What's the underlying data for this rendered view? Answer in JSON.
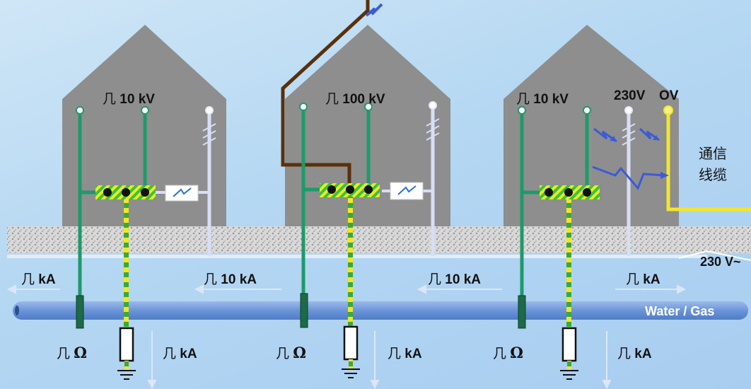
{
  "buildings": [
    {
      "voltage_prefix": "几",
      "voltage": "10 kV",
      "resistance_prefix": "几",
      "resistance_unit": "Ω",
      "current_prefix": "几",
      "current_unit": "kA"
    },
    {
      "voltage_prefix": "几",
      "voltage": "100 kV",
      "resistance_prefix": "几",
      "resistance_unit": "Ω",
      "current_prefix": "几",
      "current_unit": "kA"
    },
    {
      "voltage_prefix": "几",
      "voltage": "10 kV",
      "resistance_prefix": "几",
      "resistance_unit": "Ω",
      "current_prefix": "几",
      "current_unit": "kA"
    }
  ],
  "mains_currents": [
    {
      "prefix": "几",
      "value": "kA"
    },
    {
      "prefix": "几",
      "value": "10 kA"
    },
    {
      "prefix": "几",
      "value": "10 kA"
    },
    {
      "prefix": "几",
      "value": "kA"
    }
  ],
  "terminal_labels": {
    "phase": "230V",
    "neutral": "OV"
  },
  "mains_voltage": "230 V~",
  "pipe_label": "Water / Gas",
  "comm_cable": {
    "line1": "通信",
    "line2": "线缆"
  },
  "colors": {
    "earth_green": "#1e9a6a",
    "pe_yellow": "#f2e62a",
    "lightning_brown": "#5a300a",
    "pipe_blue": "#6b95d8",
    "building_gray": "#8e8e8e"
  }
}
